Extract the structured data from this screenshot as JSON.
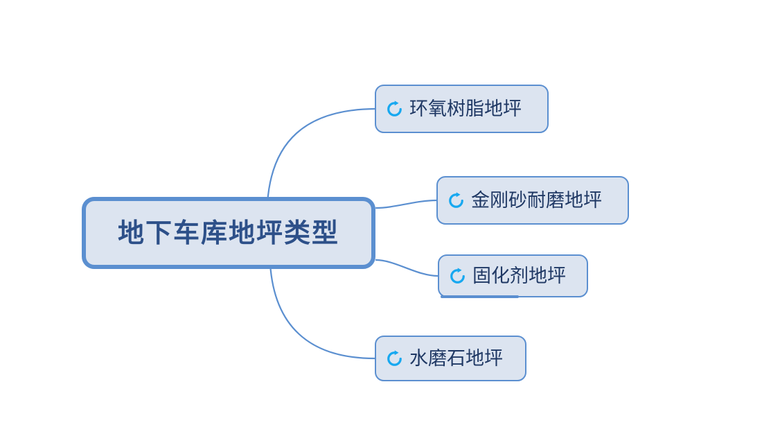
{
  "diagram": {
    "type": "mind-map",
    "orientation": "left-root-right-branches",
    "background_color": "#ffffff",
    "node_fill_color": "#dce4f0",
    "node_border_color": "#5b8fd0",
    "connector_color": "#5b8fd0",
    "root_text_color": "#2d5089",
    "branch_text_color": "#1f3864",
    "icon_color": "#17a8f0",
    "root": {
      "label": "地下车库地坪类型",
      "icon": "none"
    },
    "branches": [
      {
        "label": "环氧树脂地坪",
        "icon": "refresh-circle-icon"
      },
      {
        "label": "金刚砂耐磨地坪",
        "icon": "refresh-circle-icon"
      },
      {
        "label": "固化剂地坪",
        "icon": "refresh-circle-icon"
      },
      {
        "label": "水磨石地坪",
        "icon": "refresh-circle-icon"
      }
    ]
  }
}
